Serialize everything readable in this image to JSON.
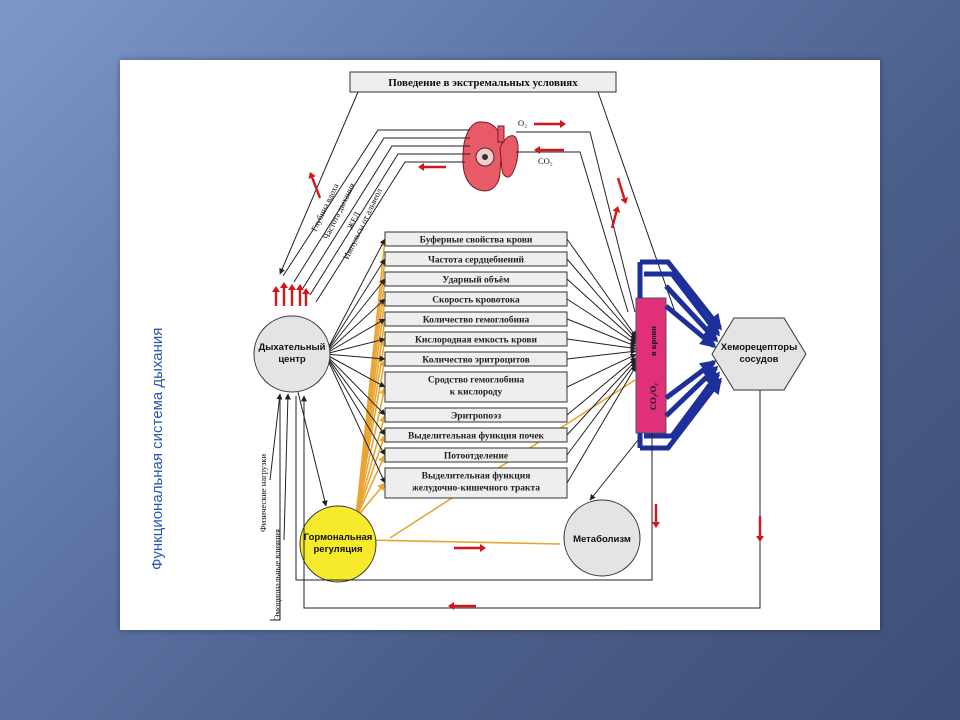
{
  "title": "Функциональная система дыхания",
  "behavior": "Поведение в экстремальных условиях",
  "gas_o2": "O₂",
  "gas_co2": "CO₂",
  "params": [
    "Буферные свойства крови",
    "Частота сердцебиений",
    "Ударный объём",
    "Скорость кровотока",
    "Количество гемоглобина",
    "Кислородная емкость  крови",
    "Количество эритроцитов",
    [
      "Сродство гемоглобина",
      "к кислороду"
    ],
    "Эритропоэз",
    "Выделительная функция  почек",
    "Потоотделение",
    [
      "Выделительная функция",
      "желудочно-кишечного тракта"
    ]
  ],
  "resp_labels": [
    "Глубина вдоха",
    "Частота дыхания",
    "ЖЕЛ",
    "Импульсы от альвеол"
  ],
  "resp_center": [
    "Дыхательный",
    "центр"
  ],
  "hormonal": [
    "Гормональная",
    "регуляция"
  ],
  "metabolism": "Метаболизм",
  "chemoreceptors": [
    "Хеморецепторы",
    "сосудов"
  ],
  "blood_gas": [
    "CO₂/O₂",
    "в крови"
  ],
  "inputs": [
    "Физические нагрузки",
    "Эмоциональные влияния"
  ],
  "colors": {
    "hormonal_fill": "#f6ea2a",
    "blood_bar": "#e0307a",
    "blue_arrows": "#1c2f9a",
    "red_arrows": "#d4161b",
    "orange_lines": "#e8a531",
    "lung": "#e85a68"
  }
}
